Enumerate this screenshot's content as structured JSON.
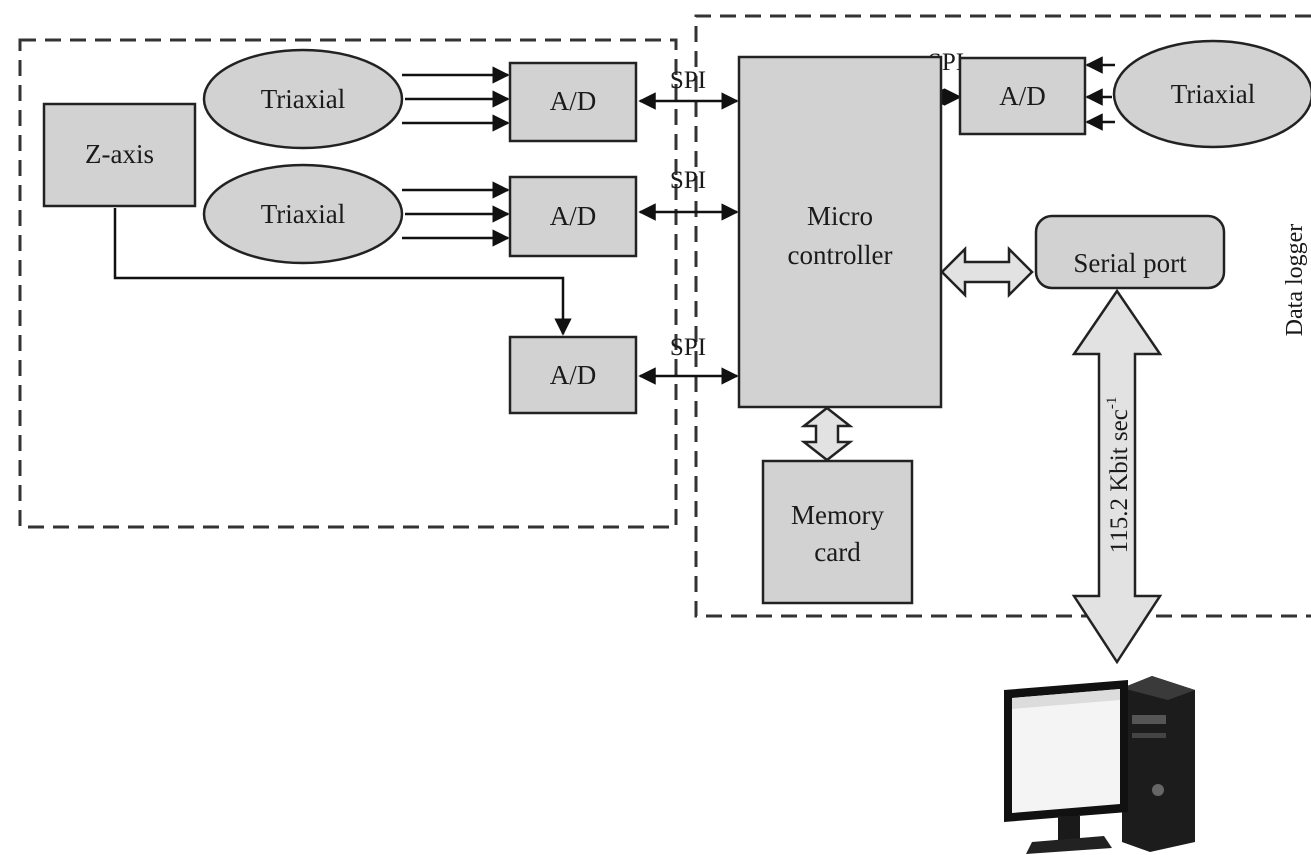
{
  "nodes": {
    "zaxis": "Z-axis",
    "triaxial_1": "Triaxial",
    "triaxial_2": "Triaxial",
    "triaxial_3": "Triaxial",
    "ad_1": "A/D",
    "ad_2": "A/D",
    "ad_3": "A/D",
    "ad_4": "A/D",
    "micro_line1": "Micro",
    "micro_line2": "controller",
    "serial_port": "Serial port",
    "memory_line1": "Memory",
    "memory_line2": "card"
  },
  "edges": {
    "spi_1": "SPI",
    "spi_2": "SPI",
    "spi_3": "SPI",
    "spi_4": "SPI",
    "data_rate": "115.2 Kbit sec",
    "data_rate_exp": "-1"
  },
  "groups": {
    "data_logger": "Data logger"
  },
  "icons": {
    "computer": "desktop-computer-icon"
  }
}
